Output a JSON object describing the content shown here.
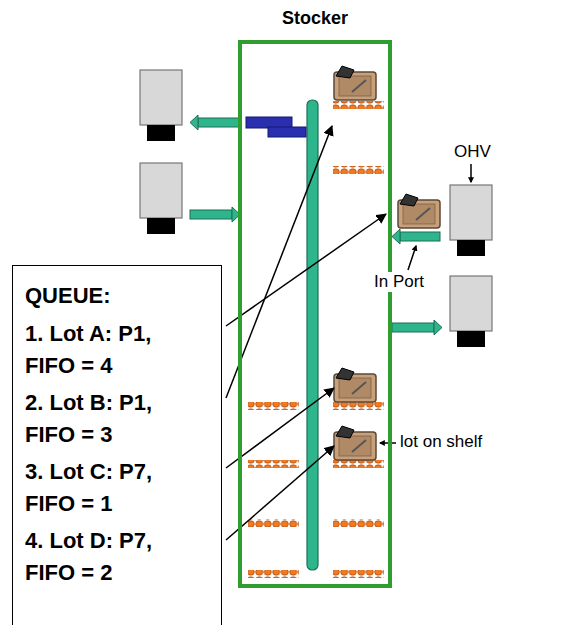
{
  "diagram": {
    "nodes": [
      {
        "text": [
          "Stocker"
        ]
      },
      {
        "text": [
          "QUEUE:",
          "1. Lot A: P1, FIFO = 4",
          "2. Lot B: P1, FIFO = 3",
          "3. Lot C: P7, FIFO = 1",
          "4. Lot D: P7, FIFO = 2"
        ]
      }
    ],
    "labels": [
      "OHV",
      "In Port",
      "lot on shelf"
    ]
  }
}
